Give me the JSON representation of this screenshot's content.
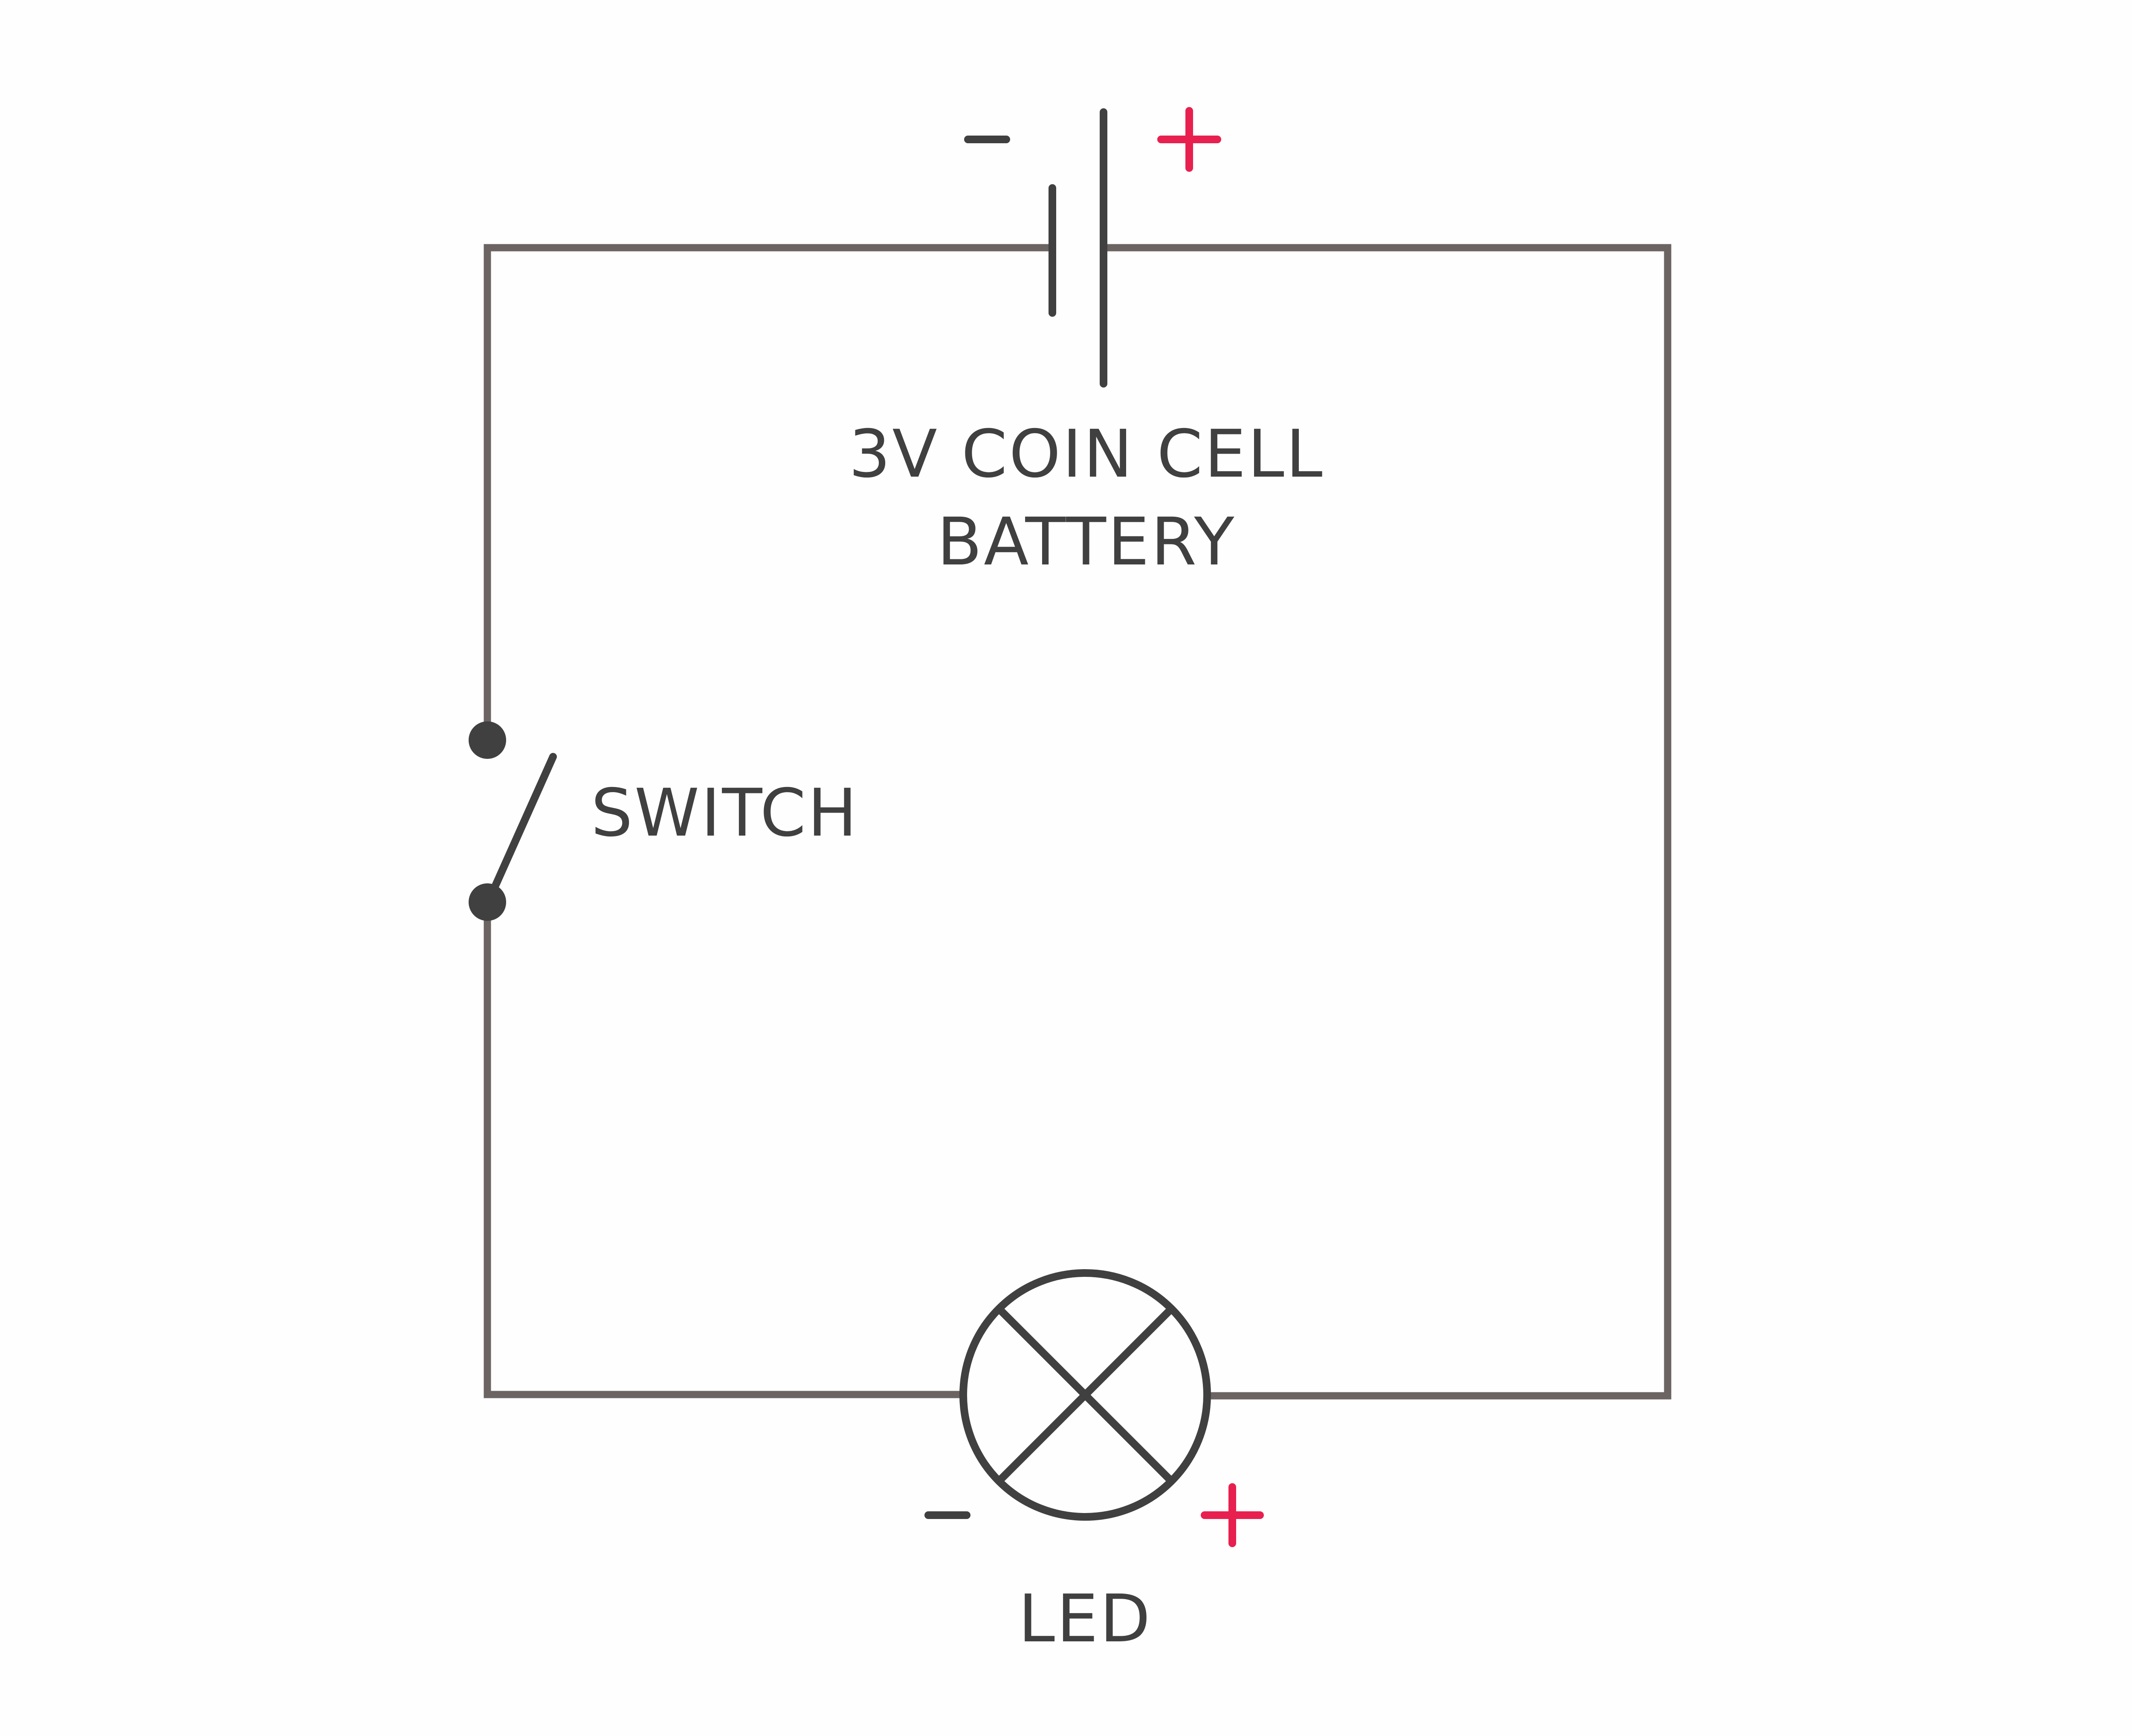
{
  "labels": {
    "battery_line1": "3V COIN CELL",
    "battery_line2": "BATTERY",
    "switch": "SWITCH",
    "led": "LED"
  },
  "colors": {
    "wire": "#6b6463",
    "symbol": "#404040",
    "positive_terminal": "#e8204f",
    "negative_terminal": "#404040",
    "text": "#404040",
    "background": "#fefefe"
  },
  "components": [
    {
      "type": "battery",
      "name": "3V COIN CELL BATTERY",
      "terminals": [
        "-",
        "+"
      ]
    },
    {
      "type": "switch",
      "name": "SWITCH",
      "state": "open"
    },
    {
      "type": "lamp",
      "name": "LED",
      "terminals": [
        "-",
        "+"
      ]
    }
  ],
  "icons": {
    "battery": "battery-icon",
    "switch": "switch-icon",
    "led": "lamp-icon",
    "positive": "plus-icon",
    "negative": "minus-icon"
  }
}
